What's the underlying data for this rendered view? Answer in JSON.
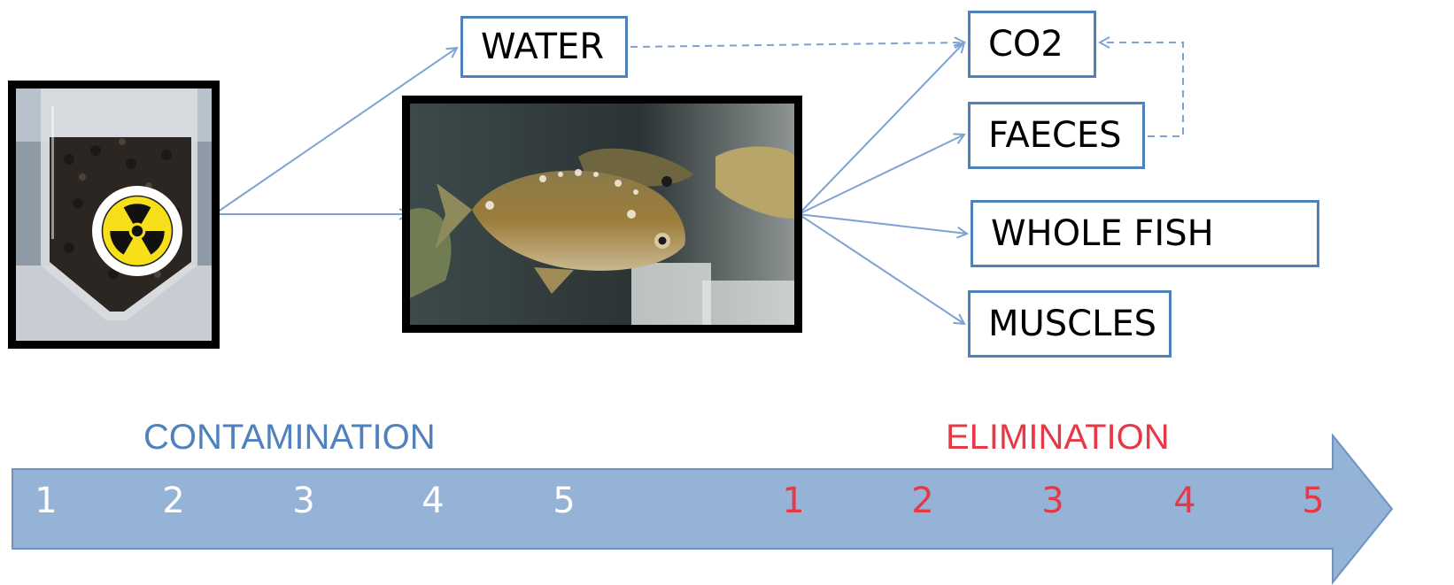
{
  "boxes": {
    "water": "WATER",
    "co2": "CO2",
    "faeces": "FAECES",
    "whole_fish": "WHOLE FISH",
    "muscles": "MUSCLES"
  },
  "timeline": {
    "contamination_label": "CONTAMINATION",
    "elimination_label": "ELIMINATION",
    "contamination_days": [
      "1",
      "2",
      "3",
      "4",
      "5"
    ],
    "elimination_days": [
      "1",
      "2",
      "3",
      "4",
      "5"
    ]
  },
  "colors": {
    "box_border": "#4f81bd",
    "contamination_text": "#4f81bd",
    "elimination_text": "#e63946",
    "arrow_fill": "#95b3d7"
  },
  "icons": {
    "radioactive": "radioactive-trefoil-icon"
  }
}
